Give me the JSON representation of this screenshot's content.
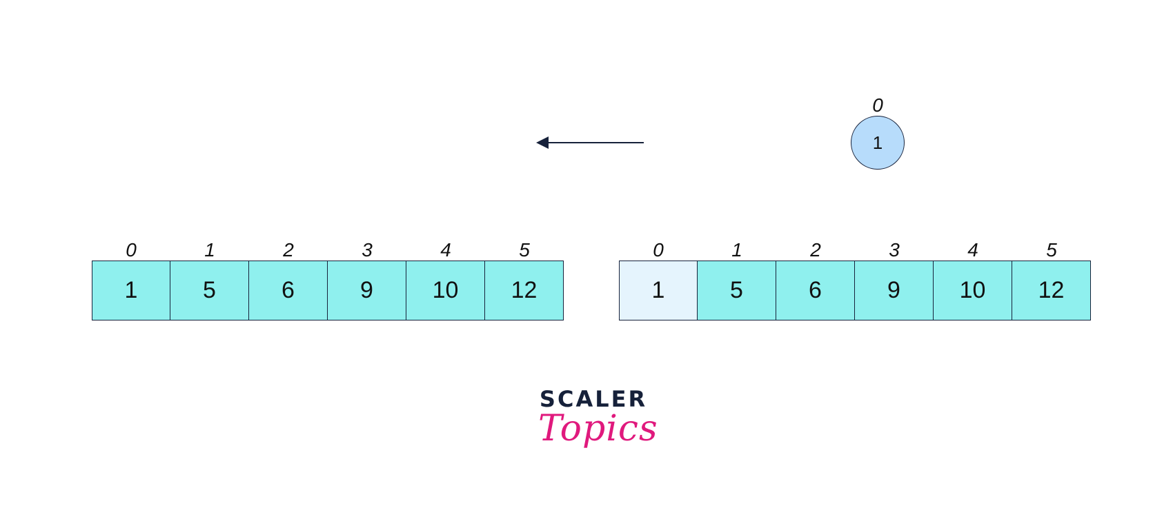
{
  "left_array": {
    "indices": [
      "0",
      "1",
      "2",
      "3",
      "4",
      "5"
    ],
    "values": [
      "1",
      "5",
      "6",
      "9",
      "10",
      "12"
    ],
    "cell_colors": [
      "#8ff0ee",
      "#8ff0ee",
      "#8ff0ee",
      "#8ff0ee",
      "#8ff0ee",
      "#8ff0ee"
    ]
  },
  "right_array": {
    "indices": [
      "0",
      "1",
      "2",
      "3",
      "4",
      "5"
    ],
    "values": [
      "1",
      "5",
      "6",
      "9",
      "10",
      "12"
    ],
    "cell_colors": [
      "#e5f4fd",
      "#8ff0ee",
      "#8ff0ee",
      "#8ff0ee",
      "#8ff0ee",
      "#8ff0ee"
    ]
  },
  "node": {
    "index": "0",
    "value": "1",
    "fill_color": "#b7dcfb"
  },
  "arrow": {
    "direction": "left",
    "color": "#16213a"
  },
  "logo": {
    "line1": "SCALER",
    "line2": "Topics",
    "line1_color": "#16213a",
    "line2_color": "#e0197d"
  }
}
